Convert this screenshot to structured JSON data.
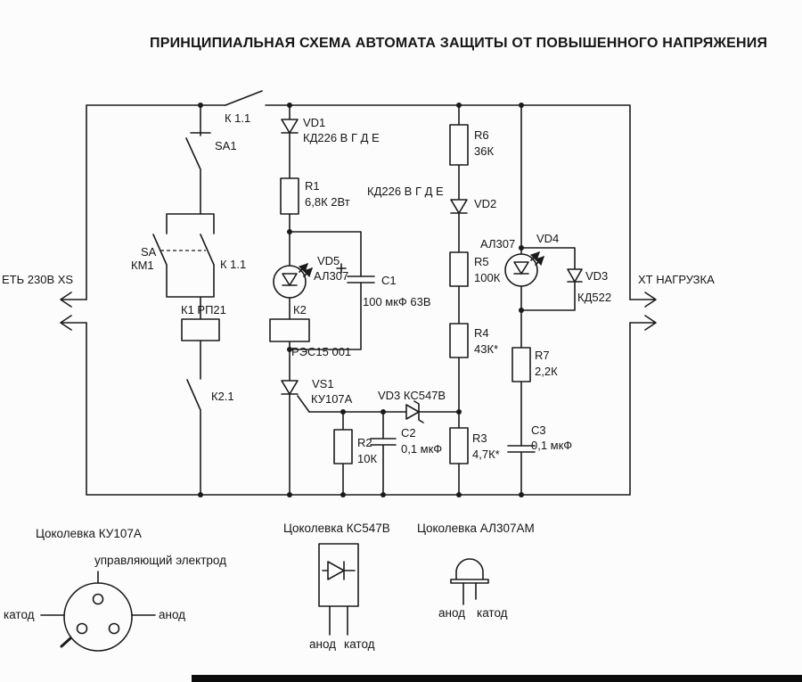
{
  "title": "ПРИНЦИПИАЛЬНАЯ СХЕМА АВТОМАТА ЗАЩИТЫ ОТ ПОВЫШЕННОГО НАПРЯЖЕНИЯ",
  "connectors": {
    "mains": "ЕТЬ 230В XS",
    "load": "ХТ НАГРУЗКА"
  },
  "components": {
    "top_contact": "К 1.1",
    "sa1": "SA1",
    "sa": "SA",
    "km1": "КМ1",
    "k11": "К 1.1",
    "k1_relay": "К1 РП21",
    "k21_contact": "К2.1",
    "vd1_ref": "VD1",
    "vd1_type": "КД226 В Г Д Е",
    "r1_ref": "R1",
    "r1_val": "6,8К 2Вт",
    "vd5_ref": "VD5",
    "vd5_type": "АЛ307",
    "k2_ref": "К2",
    "k2_type": "РЭС15 001",
    "c1_ref": "C1",
    "c1_val": "100 мкФ 63В",
    "vs1_ref": "VS1",
    "vs1_type": "КУ107А",
    "r2_ref": "R2",
    "r2_val": "10К",
    "c2_ref": "C2",
    "c2_val": "0,1 мкФ",
    "vd3_zener": "VD3 КС547В",
    "r6_ref": "R6",
    "r6_val": "36К",
    "vd2_type": "КД226 В Г Д Е",
    "vd2_ref": "VD2",
    "r5_ref": "R5",
    "r5_val": "100К",
    "r4_ref": "R4",
    "r4_val": "43К*",
    "r3_ref": "R3",
    "r3_val": "4,7К*",
    "vd4_type": "АЛ307",
    "vd4_ref": "VD4",
    "vd3d_ref": "VD3",
    "vd3d_type": "КД522",
    "r7_ref": "R7",
    "r7_val": "2,2К",
    "c3_ref": "C3",
    "c3_val": "0,1 мкФ"
  },
  "pinouts": {
    "ku107a": {
      "title": "Цоколевка КУ107А",
      "control": "управляющий электрод",
      "cathode": "катод",
      "anode": "анод"
    },
    "ks547v": {
      "title": "Цоколевка КС547В",
      "anode": "анод",
      "cathode": "катод"
    },
    "al307am": {
      "title": "Цоколевка АЛ307АМ",
      "anode": "анод",
      "cathode": "катод"
    }
  }
}
